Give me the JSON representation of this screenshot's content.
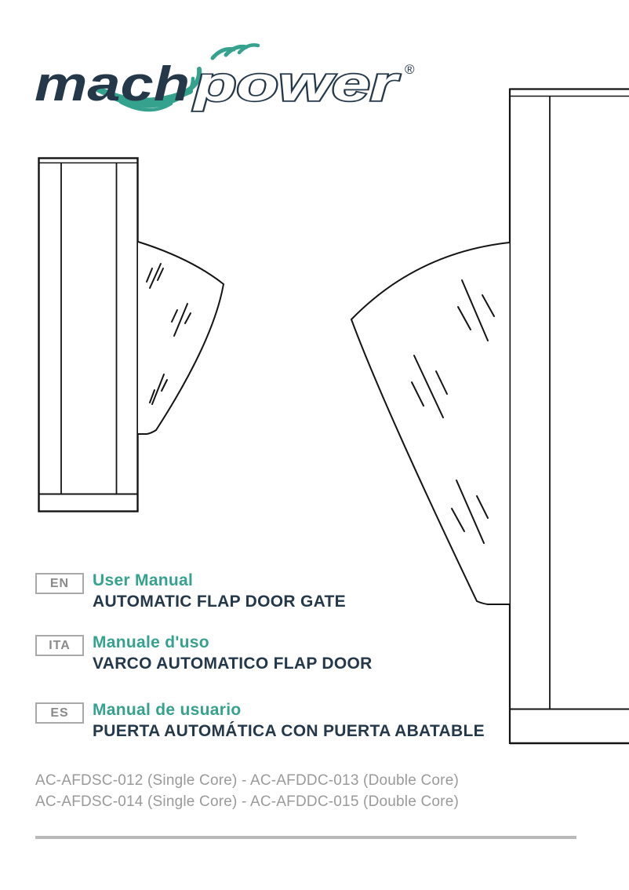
{
  "brand": {
    "word1": "mach",
    "word2": "power",
    "registered_mark": "®",
    "colors": {
      "navy": "#25384a",
      "teal": "#35a28e"
    }
  },
  "language_sections": [
    {
      "code": "EN",
      "title": "User Manual",
      "subtitle": "AUTOMATIC FLAP DOOR GATE"
    },
    {
      "code": "ITA",
      "title": "Manuale d'uso",
      "subtitle": "VARCO AUTOMATICO FLAP DOOR"
    },
    {
      "code": "ES",
      "title": "Manual de usuario",
      "subtitle": "PUERTA AUTOMÁTICA CON PUERTA ABATABLE"
    }
  ],
  "product_models": {
    "line1": "AC-AFDSC-012 (Single Core)  -  AC-AFDDC-013 (Double Core)",
    "line2": "AC-AFDSC-014 (Single Core)  -  AC-AFDDC-015 (Double Core)"
  },
  "illustrations": {
    "left_drawing": "flap-door-gate-side-view-small",
    "right_drawing": "flap-door-gate-side-view-large-cropped"
  }
}
